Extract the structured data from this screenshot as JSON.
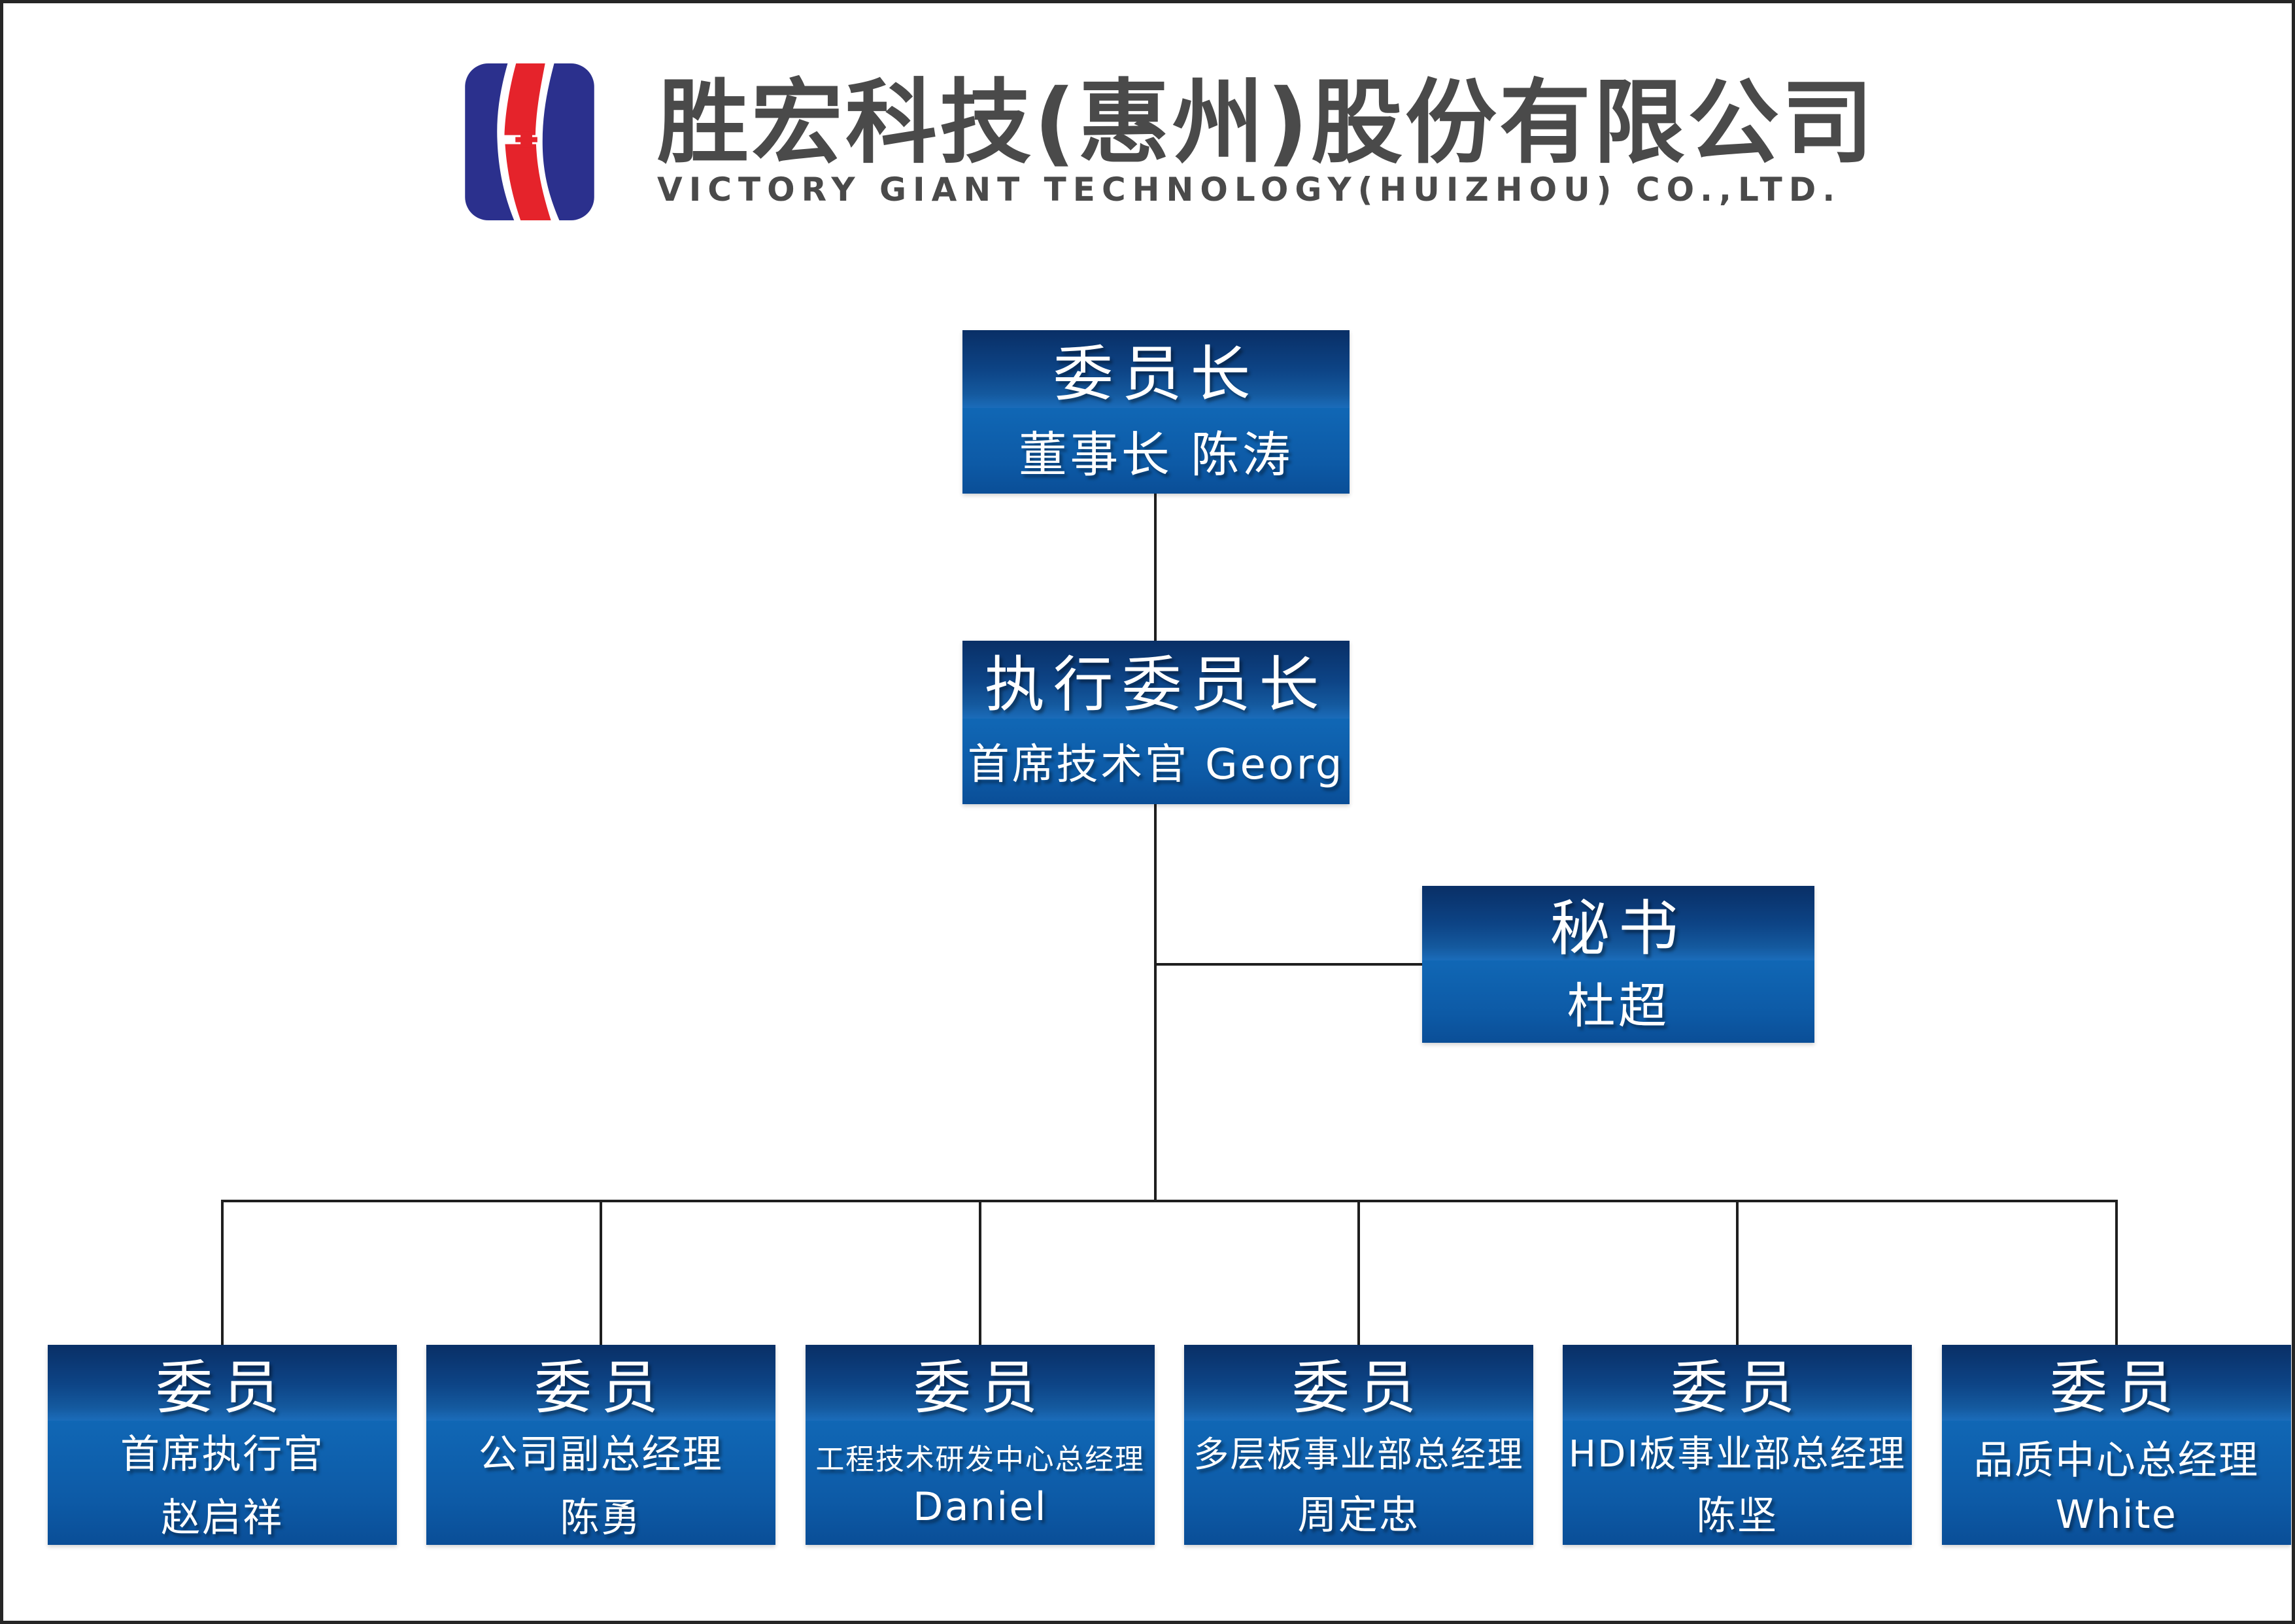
{
  "header": {
    "logo_label": "victory-giant-logo",
    "company_name_cn": "胜宏科技(惠州)股份有限公司",
    "company_name_en": "VICTORY GIANT TECHNOLOGY(HUIZHOU) CO.,LTD."
  },
  "colors": {
    "logo_blue": "#2b308d",
    "logo_red": "#e5232b",
    "title_gray": "#4a4a4a",
    "box_gradient_top": "#092f66",
    "box_gradient_mid": "#1b6cba",
    "box_gradient_bottom": "#0a4e97",
    "connector": "#1f1f1f",
    "box_text": "#ffffff"
  },
  "org_chart": {
    "chairman": {
      "title": "委员长",
      "subtitle": "董事长 陈涛"
    },
    "executive_chairman": {
      "title": "执行委员长",
      "subtitle": "首席技术官 Georg"
    },
    "secretary": {
      "title": "秘书",
      "subtitle": "杜超"
    },
    "members": [
      {
        "title": "委员",
        "role": "首席执行官",
        "name": "赵启祥"
      },
      {
        "title": "委员",
        "role": "公司副总经理",
        "name": "陈勇"
      },
      {
        "title": "委员",
        "role": "工程技术研发中心总经理",
        "name": "Daniel"
      },
      {
        "title": "委员",
        "role": "多层板事业部总经理",
        "name": "周定忠"
      },
      {
        "title": "委员",
        "role": "HDI板事业部总经理",
        "name": "陈坚"
      },
      {
        "title": "委员",
        "role": "品质中心总经理",
        "name": "White"
      }
    ]
  }
}
